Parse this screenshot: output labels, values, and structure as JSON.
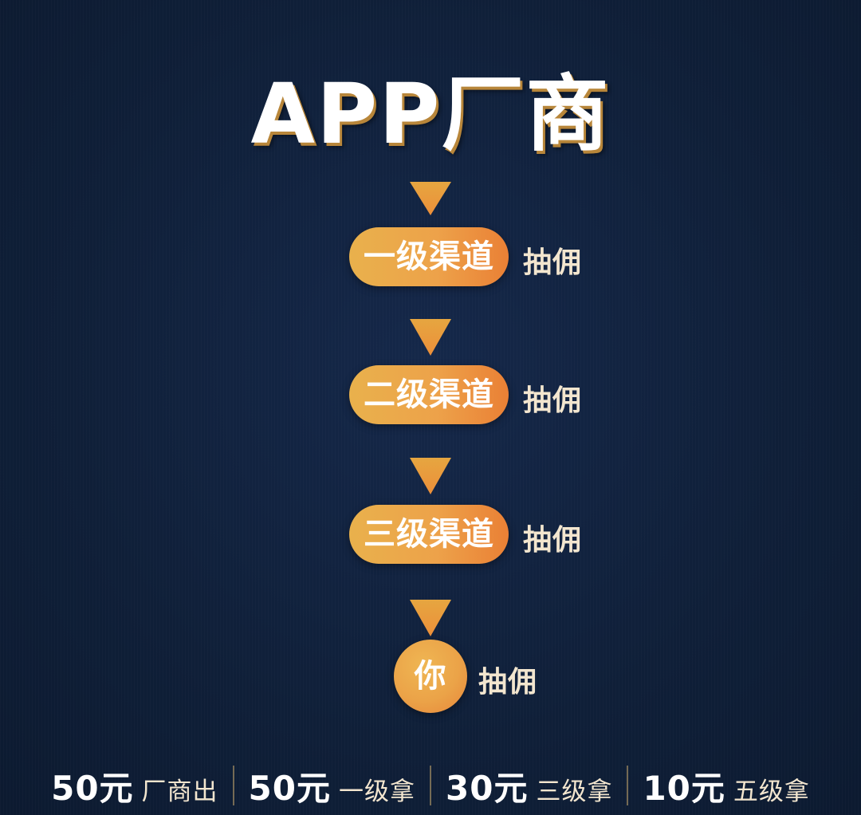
{
  "title": "APP厂商",
  "nodes": [
    {
      "label": "一级渠道",
      "side": "抽佣"
    },
    {
      "label": "二级渠道",
      "side": "抽佣"
    },
    {
      "label": "三级渠道",
      "side": "抽佣"
    },
    {
      "label": "你",
      "side": "抽佣"
    }
  ],
  "footer": [
    {
      "amount": "50元",
      "caption": "厂商出"
    },
    {
      "amount": "50元",
      "caption": "一级拿"
    },
    {
      "amount": "30元",
      "caption": "三级拿"
    },
    {
      "amount": "10元",
      "caption": "五级拿"
    }
  ],
  "colors": {
    "background": "#0f1f38",
    "node_gradient_start": "#e9b14c",
    "node_gradient_end": "#ea8035",
    "arrow": "#eba042",
    "title_shadow": "#b8863a"
  }
}
